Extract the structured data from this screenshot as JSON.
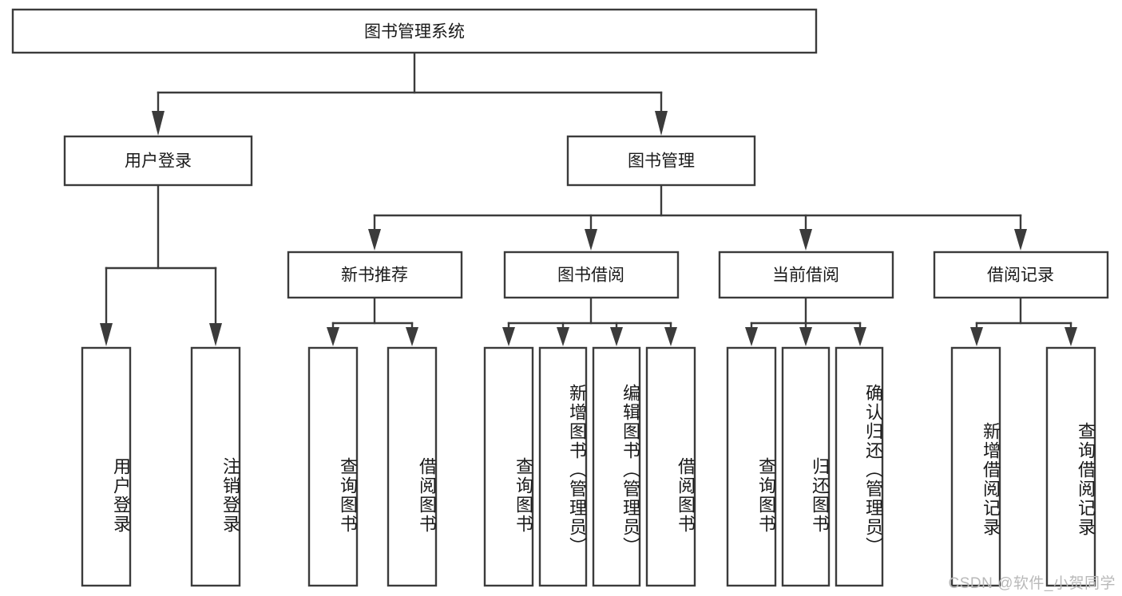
{
  "diagram": {
    "type": "hierarchy-tree",
    "title": "图书管理系统",
    "orientation": "top-down",
    "levels": 4,
    "root": {
      "id": "root",
      "label": "图书管理系统"
    },
    "level2": [
      {
        "id": "user-login",
        "label": "用户登录"
      },
      {
        "id": "book-management",
        "label": "图书管理"
      }
    ],
    "level3": [
      {
        "id": "new-book-recommend",
        "label": "新书推荐",
        "parent": "book-management"
      },
      {
        "id": "book-borrow",
        "label": "图书借阅",
        "parent": "book-management"
      },
      {
        "id": "current-borrow",
        "label": "当前借阅",
        "parent": "book-management"
      },
      {
        "id": "borrow-record",
        "label": "借阅记录",
        "parent": "book-management"
      }
    ],
    "leaves": [
      {
        "id": "leaf-user-login",
        "label": "用户登录",
        "parent": "user-login"
      },
      {
        "id": "leaf-user-logout",
        "label": "注销登录",
        "parent": "user-login"
      },
      {
        "id": "leaf-query-book-1",
        "label": "查询图书",
        "parent": "new-book-recommend"
      },
      {
        "id": "leaf-borrow-book-1",
        "label": "借阅图书",
        "parent": "new-book-recommend"
      },
      {
        "id": "leaf-query-book-2",
        "label": "查询图书",
        "parent": "book-borrow"
      },
      {
        "id": "leaf-add-book",
        "label": "新增图书（管理员）",
        "parent": "book-borrow"
      },
      {
        "id": "leaf-edit-book",
        "label": "编辑图书（管理员）",
        "parent": "book-borrow"
      },
      {
        "id": "leaf-borrow-book-2",
        "label": "借阅图书",
        "parent": "book-borrow"
      },
      {
        "id": "leaf-query-book-3",
        "label": "查询图书",
        "parent": "current-borrow"
      },
      {
        "id": "leaf-return-book",
        "label": "归还图书",
        "parent": "current-borrow"
      },
      {
        "id": "leaf-confirm-return",
        "label": "确认归还（管理员）",
        "parent": "current-borrow"
      },
      {
        "id": "leaf-add-record",
        "label": "新增借阅记录",
        "parent": "borrow-record"
      },
      {
        "id": "leaf-query-record",
        "label": "查询借阅记录",
        "parent": "borrow-record"
      }
    ],
    "colors": {
      "box_fill": "#ffffff",
      "box_stroke": "#3b3b3b",
      "text": "#1a1a1a",
      "background": "#ffffff",
      "watermark": "#b9b9b9"
    }
  },
  "watermark": {
    "text": "CSDN @软件_小贺同学"
  }
}
